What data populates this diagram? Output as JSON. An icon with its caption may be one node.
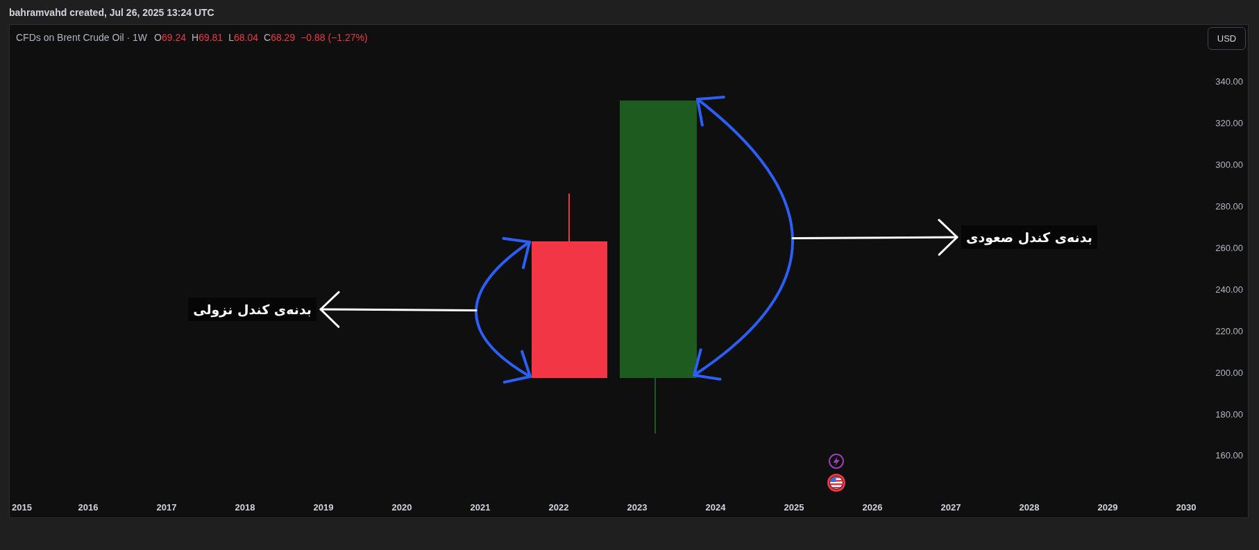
{
  "diagram": {
    "title": "CFDs on Brent Crude Oil · 1W",
    "nodes": [
      {
        "text": [
          "بدنه‌ی کندل نزولی"
        ]
      },
      {
        "text": [],
        "shape": "arc"
      },
      {
        "text": [],
        "shape": "arc"
      },
      {
        "text": [
          "بدنه‌ی کندل صعودی"
        ]
      }
    ],
    "edges": [
      {
        "from": 1,
        "to": 0,
        "arrow": "to"
      },
      {
        "from": 2,
        "to": 3,
        "arrow": "to"
      }
    ],
    "labels": [
      "bahramvahd created, Jul 26, 2025 13:24 UTC",
      "O",
      "69.24",
      "H",
      "69.81",
      "L",
      "68.04",
      "C",
      "68.29",
      "−0.88 (−1.27%)",
      "USD",
      "340.00",
      "320.00",
      "300.00",
      "280.00",
      "260.00",
      "240.00",
      "220.00",
      "200.00",
      "180.00",
      "160.00",
      "2015",
      "2016",
      "2017",
      "2018",
      "2019",
      "2020",
      "2021",
      "2022",
      "2023",
      "2024",
      "2025",
      "2026",
      "2027",
      "2028",
      "2029",
      "2030"
    ]
  }
}
